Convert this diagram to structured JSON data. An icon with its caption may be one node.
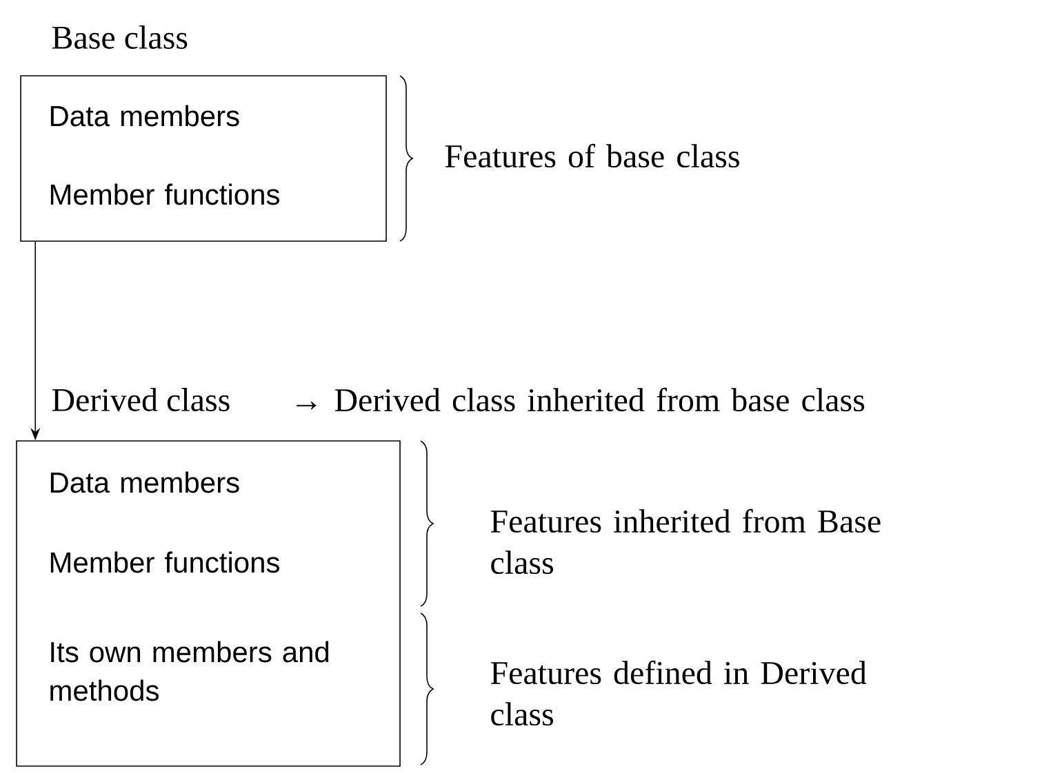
{
  "diagram": {
    "nodes": [
      {
        "text": [
          "Base class",
          "Data members",
          "Member functions"
        ]
      },
      {
        "text": [
          "Derived class",
          "Data members",
          "Member functions",
          "Its own members and methods"
        ]
      }
    ],
    "edges": [
      {
        "from": 0,
        "to": 1,
        "arrow": "to"
      }
    ],
    "labels": [
      "Features of base class",
      "→ Derived class inherited from base class",
      "Features inherited from Base class",
      "Features defined in Derived class"
    ]
  }
}
